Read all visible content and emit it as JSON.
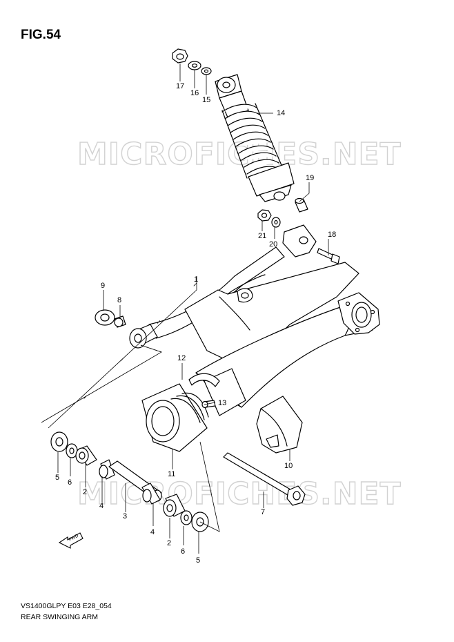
{
  "figure": {
    "title": "FIG.54",
    "code": "VS1400GLPY E03 E28_054",
    "caption": "REAR SWINGING ARM",
    "watermark_text": "MICROFICHES.NET"
  },
  "direction": {
    "label": "FWD"
  },
  "parts": [
    {
      "id": "p17a",
      "num": "17"
    },
    {
      "id": "p16",
      "num": "16"
    },
    {
      "id": "p15",
      "num": "15"
    },
    {
      "id": "p14",
      "num": "14"
    },
    {
      "id": "p19",
      "num": "19"
    },
    {
      "id": "p18",
      "num": "18"
    },
    {
      "id": "p21",
      "num": "21"
    },
    {
      "id": "p20",
      "num": "20"
    },
    {
      "id": "p1",
      "num": "1"
    },
    {
      "id": "p9",
      "num": "9"
    },
    {
      "id": "p8",
      "num": "8"
    },
    {
      "id": "p12",
      "num": "12"
    },
    {
      "id": "p13",
      "num": "13"
    },
    {
      "id": "p10",
      "num": "10"
    },
    {
      "id": "p11",
      "num": "11"
    },
    {
      "id": "p7",
      "num": "7"
    },
    {
      "id": "p5a",
      "num": "5"
    },
    {
      "id": "p6a",
      "num": "6"
    },
    {
      "id": "p2a",
      "num": "2"
    },
    {
      "id": "p4a",
      "num": "4"
    },
    {
      "id": "p3",
      "num": "3"
    },
    {
      "id": "p4b",
      "num": "4"
    },
    {
      "id": "p2b",
      "num": "2"
    },
    {
      "id": "p6b",
      "num": "6"
    },
    {
      "id": "p5b",
      "num": "5"
    }
  ],
  "colors": {
    "line": "#000000",
    "watermark": "#d2d2d2",
    "background": "#ffffff"
  }
}
